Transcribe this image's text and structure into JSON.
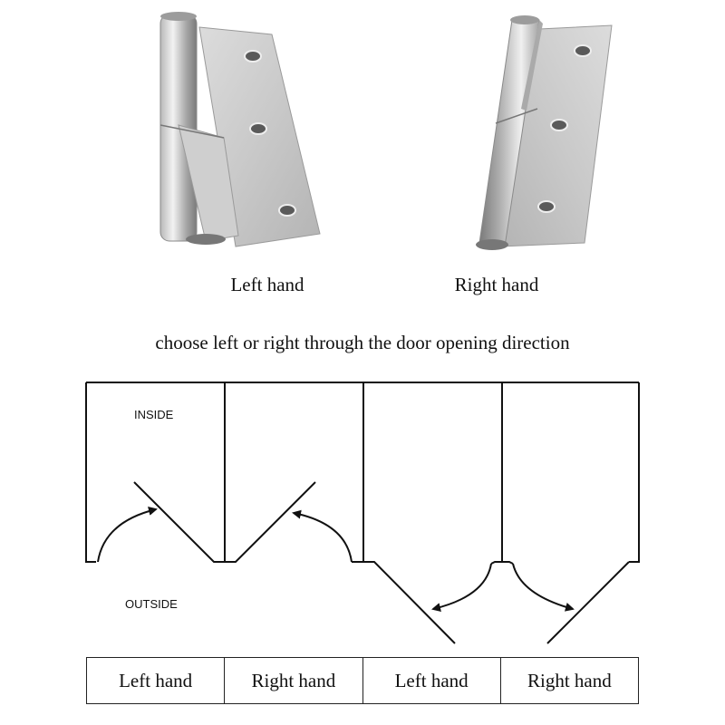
{
  "photos": [
    {
      "label": "Left hand",
      "icon": "left-hand-hinge-icon"
    },
    {
      "label": "Right hand",
      "icon": "right-hand-hinge-icon"
    }
  ],
  "caption": "choose left or right through the door opening direction",
  "diagram": {
    "inside_label": "INSIDE",
    "outside_label": "OUTSIDE"
  },
  "table": {
    "cells": [
      "Left hand",
      "Right hand",
      "Left hand",
      "Right hand"
    ]
  },
  "colors": {
    "line": "#111111",
    "steel_light": "#e6e6e6",
    "steel_dark": "#8f8f8f"
  }
}
